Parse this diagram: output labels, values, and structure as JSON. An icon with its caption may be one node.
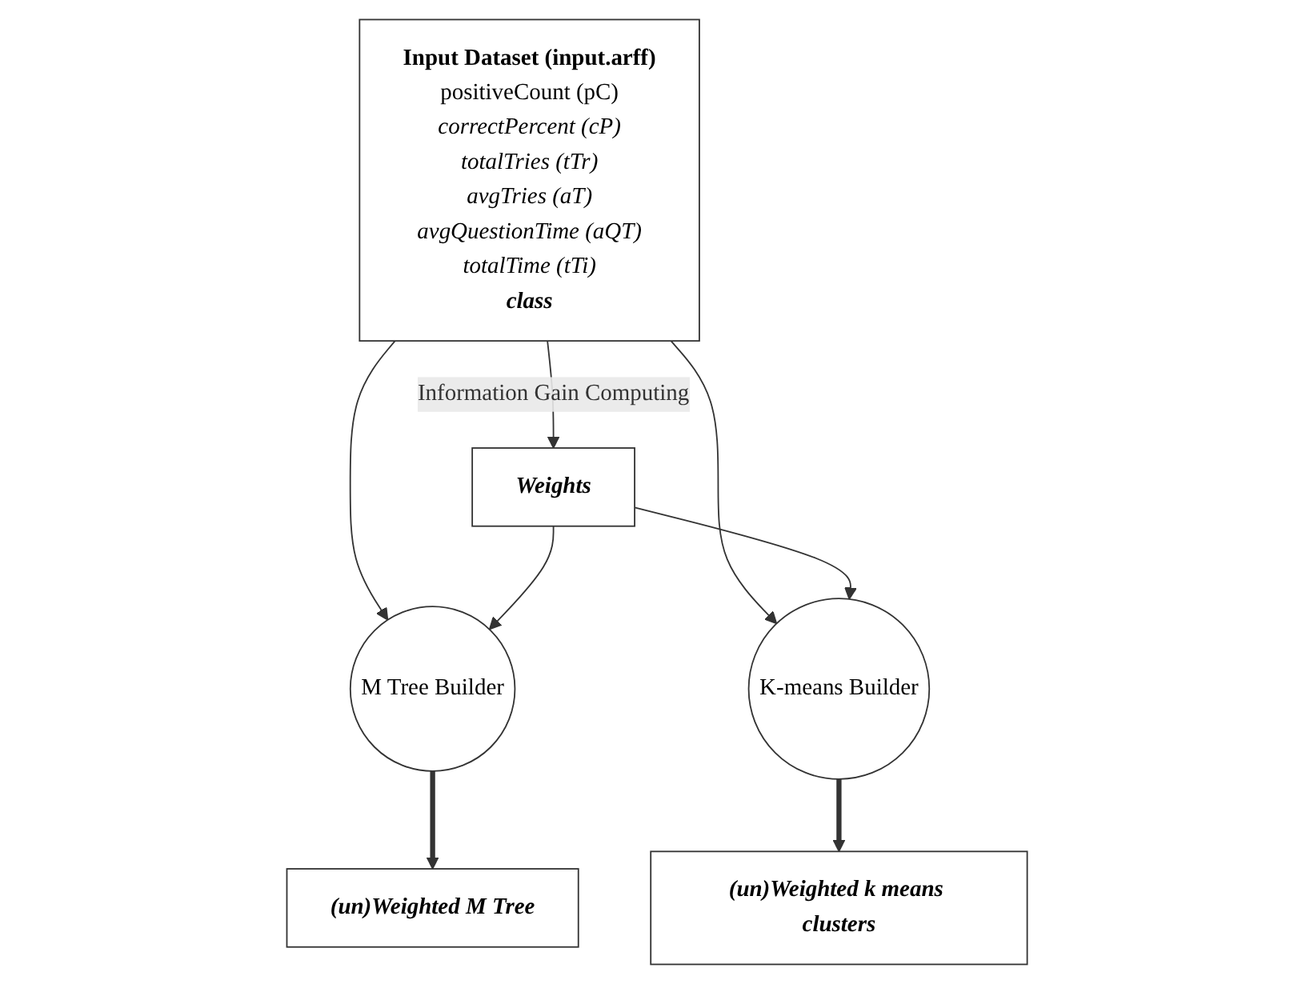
{
  "diagram": {
    "nodes": [
      {
        "text": [
          "Input Dataset (input.arff)",
          "positiveCount (pC)",
          "correctPercent (cP)",
          "totalTries (tTr)",
          "avgTries (aT)",
          "avgQuestionTime (aQT)",
          "totalTime (tTi)",
          "class"
        ]
      },
      {
        "text": [
          "Weights"
        ]
      },
      {
        "text": [
          "M Tree Builder"
        ]
      },
      {
        "text": [
          "K-means Builder"
        ]
      },
      {
        "text": [
          "(un)Weighted M Tree"
        ]
      },
      {
        "text": [
          "(un)Weighted k means clusters"
        ]
      }
    ],
    "edges": [
      {
        "from": 0,
        "to": 1,
        "arrow": "to",
        "label": "Information Gain Computing"
      },
      {
        "from": 0,
        "to": 2,
        "arrow": "to"
      },
      {
        "from": 0,
        "to": 3,
        "arrow": "to"
      },
      {
        "from": 1,
        "to": 2,
        "arrow": "to"
      },
      {
        "from": 1,
        "to": 3,
        "arrow": "to"
      },
      {
        "from": 2,
        "to": 4,
        "arrow": "to",
        "style": "thick"
      },
      {
        "from": 3,
        "to": 5,
        "arrow": "to",
        "style": "thick"
      }
    ]
  }
}
